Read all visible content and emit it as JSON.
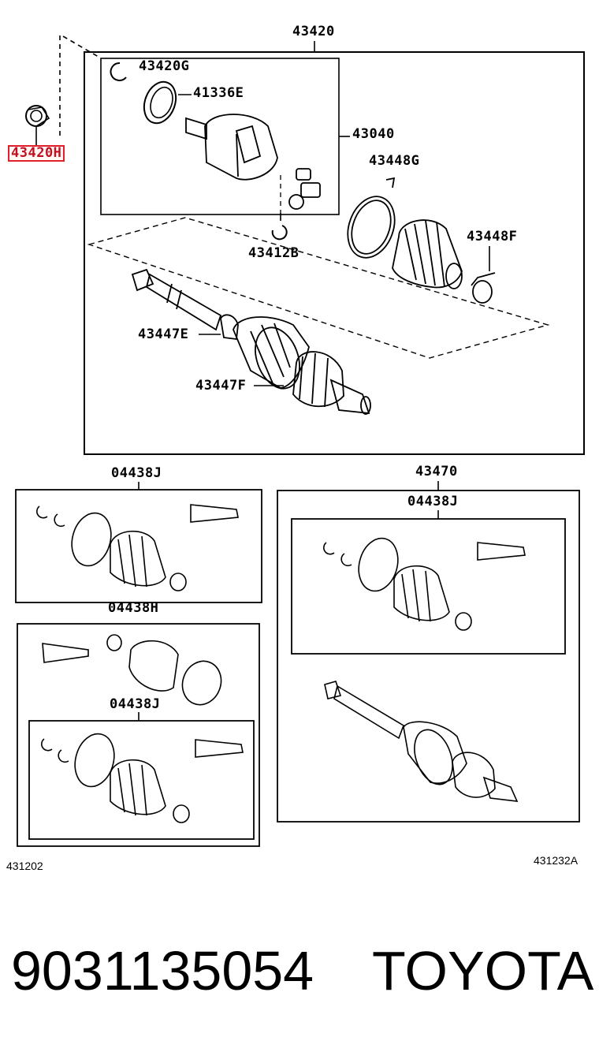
{
  "labels": {
    "assembly_top": "43420",
    "snap_ring_g": "43420G",
    "seal_e": "41336E",
    "outboard_joint": "43040",
    "clamp_g": "43448G",
    "clamp_f": "43448F",
    "snap_ring_b": "43412B",
    "boot_clamp_e": "43447E",
    "boot_clamp_f": "43447F",
    "highlighted_part": "43420H",
    "kit_left_top": "04438J",
    "kit_left_mid": "04438H",
    "kit_left_inner": "04438J",
    "assembly_right": "43470",
    "kit_right": "04438J"
  },
  "footer": {
    "code_left": "431202",
    "code_right": "431232A",
    "part_number": "9031135054",
    "brand": "TOYOTA"
  }
}
